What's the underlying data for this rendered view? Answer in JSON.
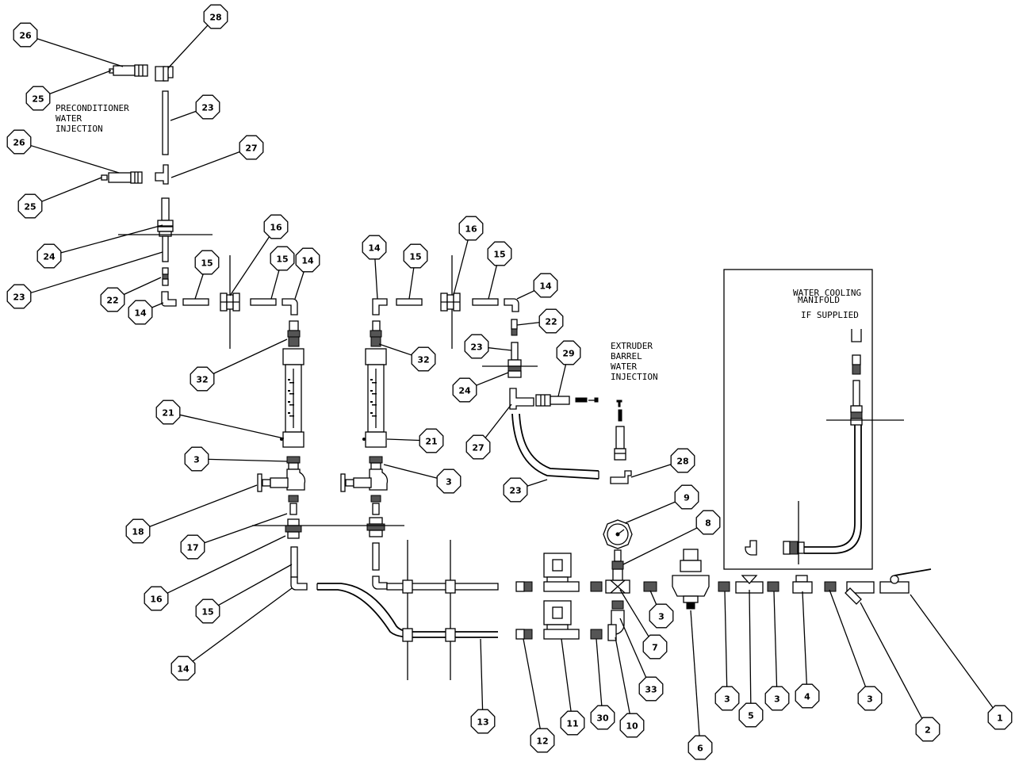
{
  "notes": {
    "preconditioner": [
      "PRECONDITIONER",
      "WATER",
      "INJECTION"
    ],
    "extruder": [
      "EXTRUDER",
      "BARREL",
      "WATER",
      "INJECTION"
    ],
    "manifold": [
      "WATER COOLING",
      "MANIFOLD",
      "IF SUPPLIED"
    ]
  },
  "callouts": [
    "28",
    "26",
    "25",
    "23",
    "26",
    "27",
    "25",
    "24",
    "23",
    "22",
    "14",
    "15",
    "16",
    "15",
    "14",
    "14",
    "15",
    "16",
    "15",
    "14",
    "22",
    "23",
    "29",
    "24",
    "27",
    "23",
    "28",
    "32",
    "21",
    "3",
    "18",
    "17",
    "16",
    "15",
    "14",
    "32",
    "21",
    "3",
    "9",
    "8",
    "3",
    "7",
    "33",
    "10",
    "30",
    "11",
    "12",
    "13",
    "6",
    "3",
    "5",
    "3",
    "4",
    "3",
    "2",
    "1"
  ]
}
